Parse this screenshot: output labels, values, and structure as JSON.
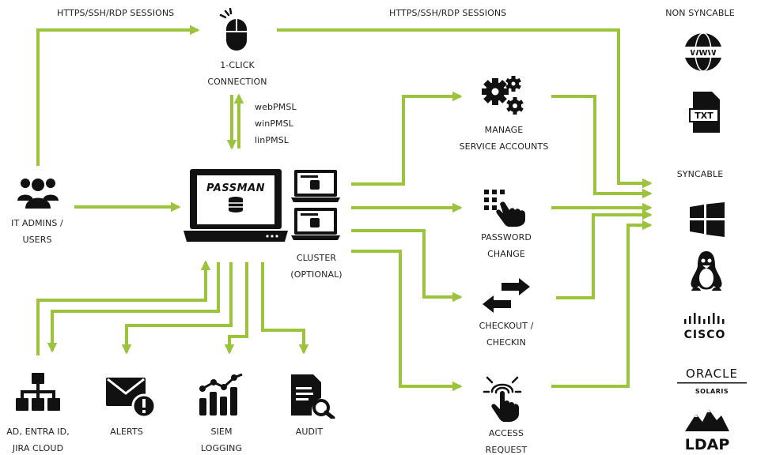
{
  "colors": {
    "connector": "#9bc43c",
    "icon": "#111111",
    "text": "#222222",
    "background": "#ffffff"
  },
  "labels": {
    "sessions_left": "HTTPS/SSH/RDP SESSIONS",
    "sessions_right": "HTTPS/SSH/RDP SESSIONS",
    "non_syncable": "NON SYNCABLE",
    "syncable": "SYNCABLE",
    "one_click": "1-CLICK\nCONNECTION",
    "protocols": "webPMSL\nwinPMSL\nlinPMSL",
    "it_admins": "IT ADMINS /\nUSERS",
    "cluster": "CLUSTER\n(OPTIONAL)",
    "manage_service_accounts": "MANAGE\nSERVICE ACCOUNTS",
    "password_change": "PASSWORD\nCHANGE",
    "checkout_checkin": "CHECKOUT /\nCHECKIN",
    "access_request": "ACCESS\nREQUEST",
    "ad_entra": "AD, ENTRA ID,\nJIRA CLOUD",
    "alerts": "ALERTS",
    "siem_logging": "SIEM\nLOGGING",
    "audit": "AUDIT"
  },
  "logos": {
    "passman": "PASSMAN",
    "www": "WWW",
    "txt": "TXT",
    "cisco": "CISCO",
    "oracle": "ORACLE",
    "solaris": "SOLARIS",
    "ldap": "LDAP"
  },
  "icons": [
    "mouse-click-icon",
    "users-group-icon",
    "laptop-passman-icon",
    "cluster-laptop-icon",
    "gears-icon",
    "keypad-hand-icon",
    "exchange-arrows-icon",
    "fingerprint-touch-icon",
    "org-chart-icon",
    "mail-alert-icon",
    "chart-bars-icon",
    "document-search-icon",
    "globe-www-icon",
    "txt-file-icon",
    "windows-logo-icon",
    "linux-tux-icon",
    "cisco-logo-icon",
    "oracle-solaris-logo-icon",
    "ldap-logo-icon"
  ]
}
